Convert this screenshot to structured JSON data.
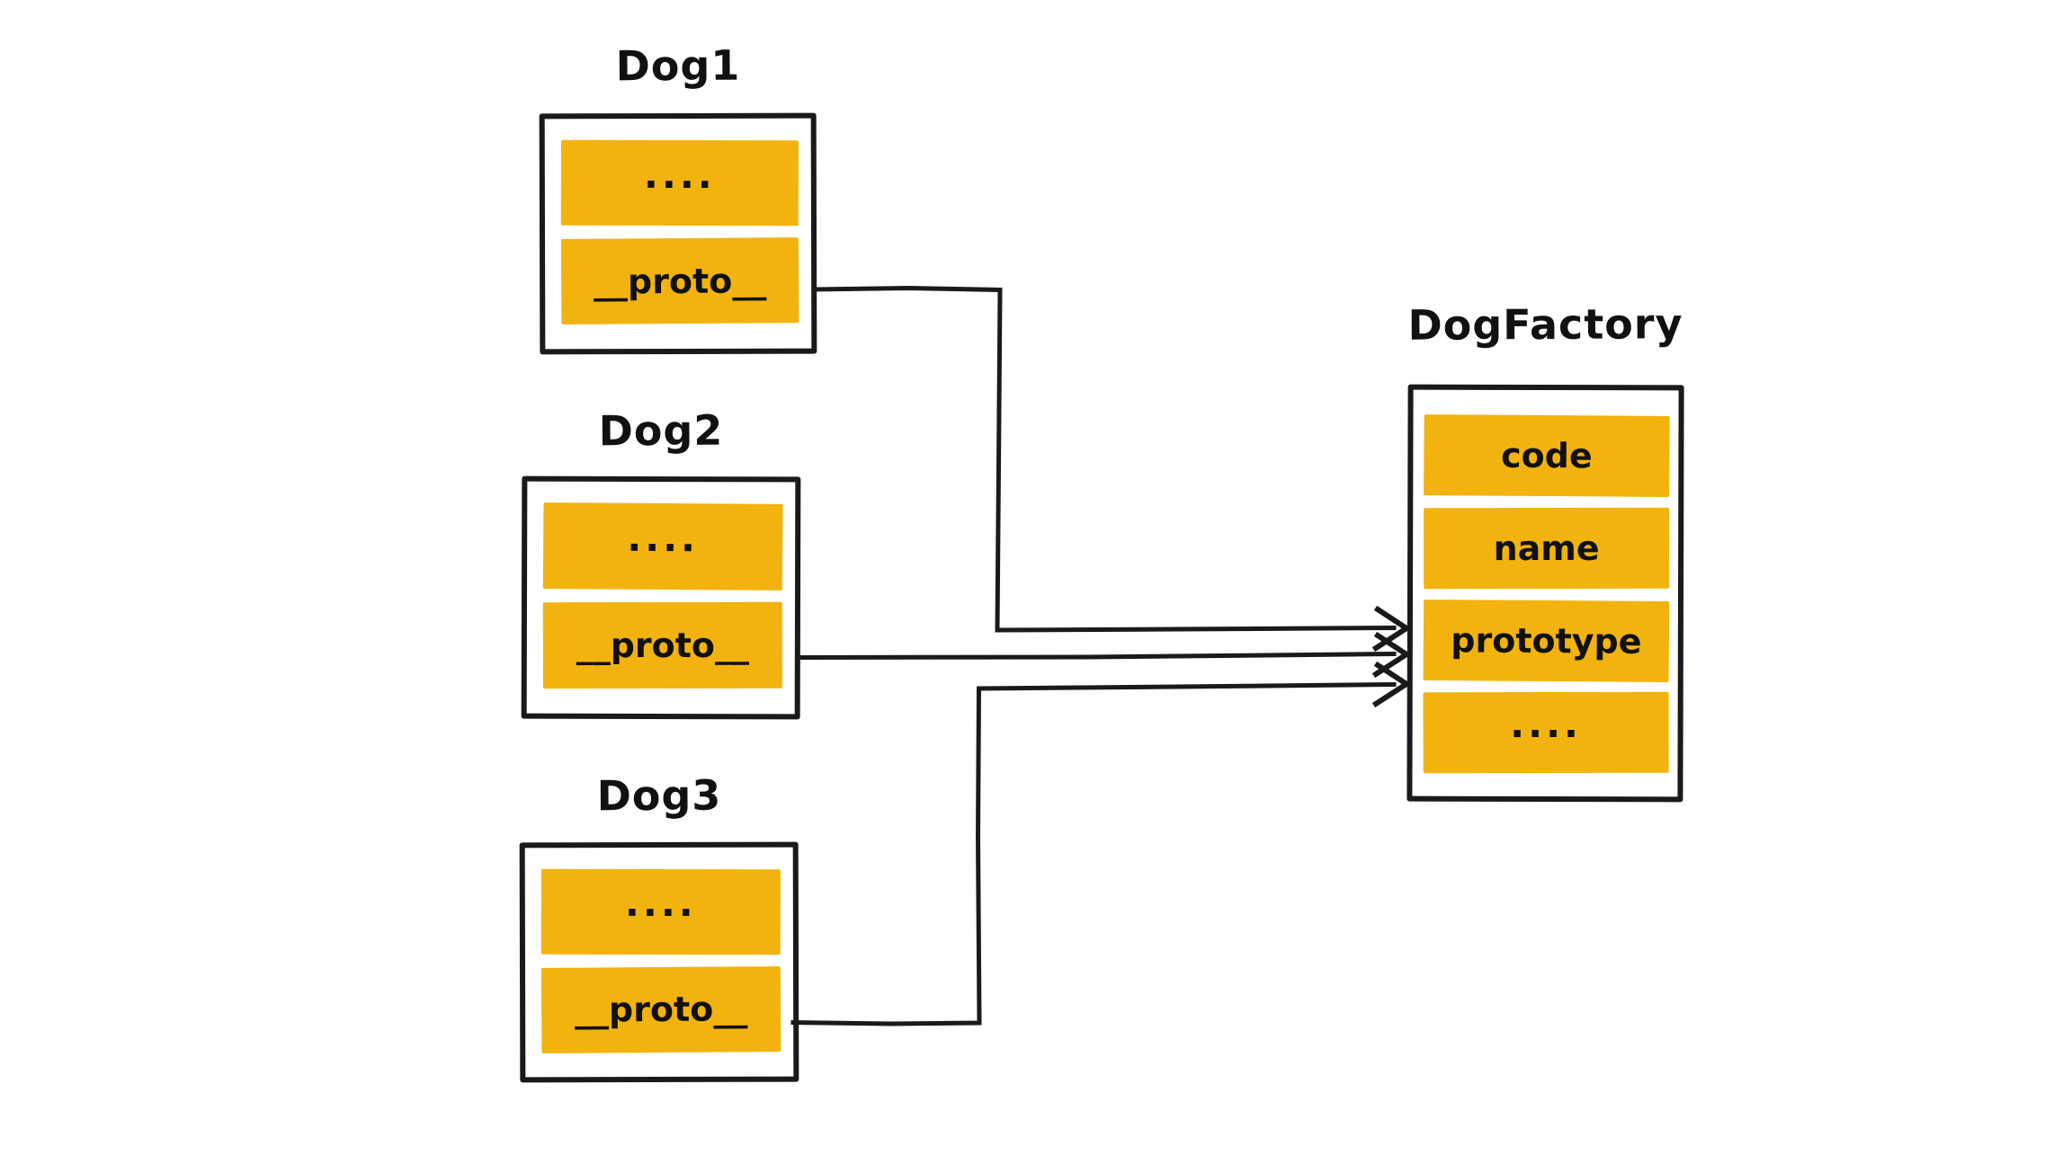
{
  "diagram": {
    "background": "#ffffff",
    "stroke_color": "#1a1a1a",
    "cell_fill": "#f2b30e",
    "nodes": [
      {
        "id": "dog1",
        "title": "Dog1",
        "rows": [
          "....",
          "__proto__"
        ]
      },
      {
        "id": "dog2",
        "title": "Dog2",
        "rows": [
          "....",
          "__proto__"
        ]
      },
      {
        "id": "dog3",
        "title": "Dog3",
        "rows": [
          "....",
          "__proto__"
        ]
      },
      {
        "id": "dogfactory",
        "title": "DogFactory",
        "rows": [
          "code",
          "name",
          "prototype",
          "...."
        ]
      }
    ],
    "edges": [
      {
        "from": "Dog1.__proto__",
        "to": "DogFactory.prototype"
      },
      {
        "from": "Dog2.__proto__",
        "to": "DogFactory.prototype"
      },
      {
        "from": "Dog3.__proto__",
        "to": "DogFactory.prototype"
      }
    ]
  }
}
